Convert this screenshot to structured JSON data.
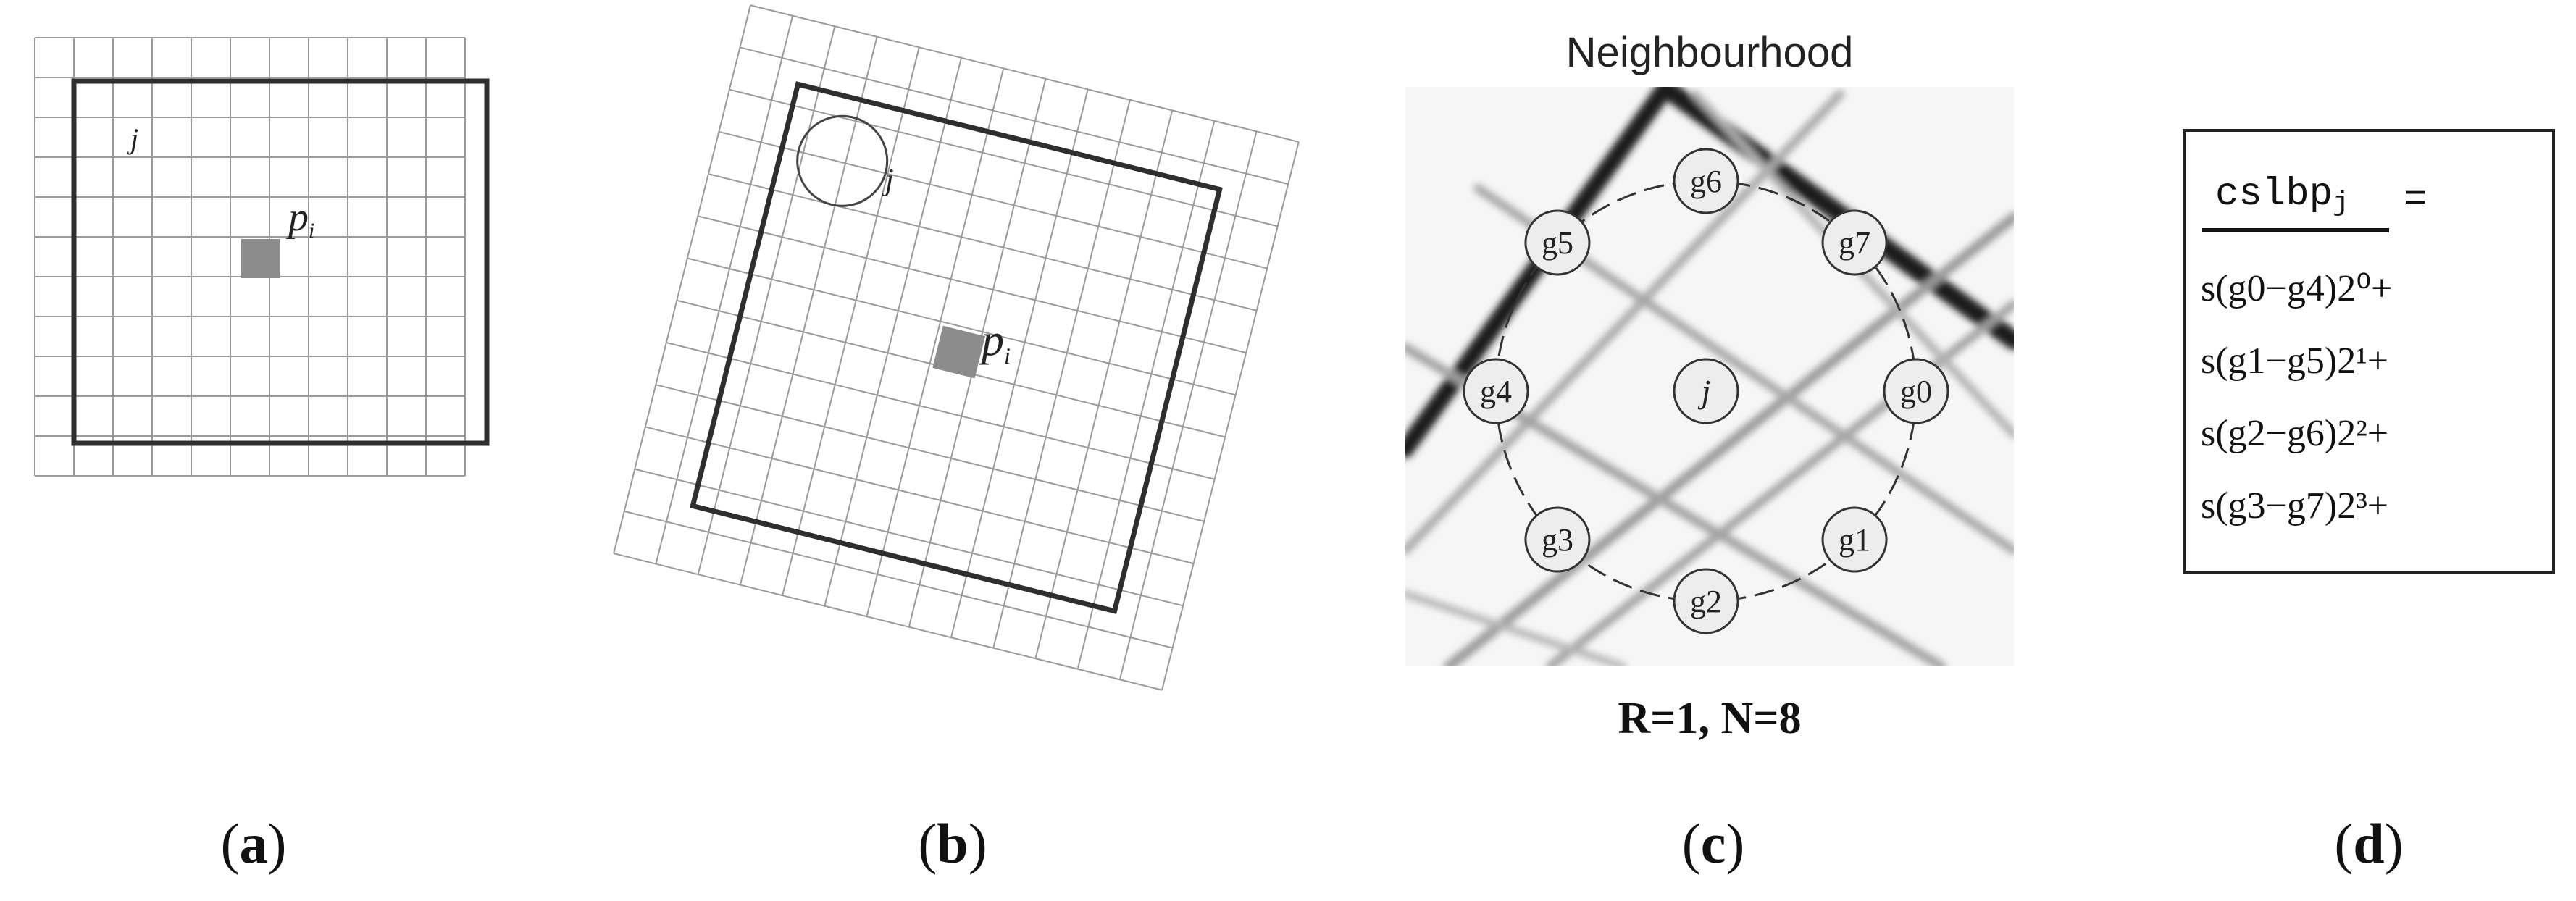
{
  "panels": {
    "a": {
      "caption_letter": "a",
      "label_j": "j",
      "label_p": "p",
      "label_p_sub": "i"
    },
    "b": {
      "caption_letter": "b",
      "label_j": "j",
      "label_p": "p",
      "label_p_sub": "i"
    },
    "c": {
      "caption_letter": "c",
      "title": "Neighbourhood",
      "center_label": "j",
      "neighbors": [
        "g0",
        "g1",
        "g2",
        "g3",
        "g4",
        "g5",
        "g6",
        "g7"
      ],
      "params": "R=1, N=8"
    },
    "d": {
      "caption_letter": "d",
      "heading": "cslbp",
      "heading_sub": "j",
      "equals": "=",
      "terms": [
        "s(g0−g4)2⁰+",
        "s(g1−g5)2¹+",
        "s(g2−g6)2²+",
        "s(g3−g7)2³+"
      ]
    }
  },
  "colors": {
    "grid_line": "#9a9a9a",
    "bold_square": "#2e2e2e",
    "center_cell": "#8c8c8c",
    "neighbor_fill": "#ededed"
  }
}
